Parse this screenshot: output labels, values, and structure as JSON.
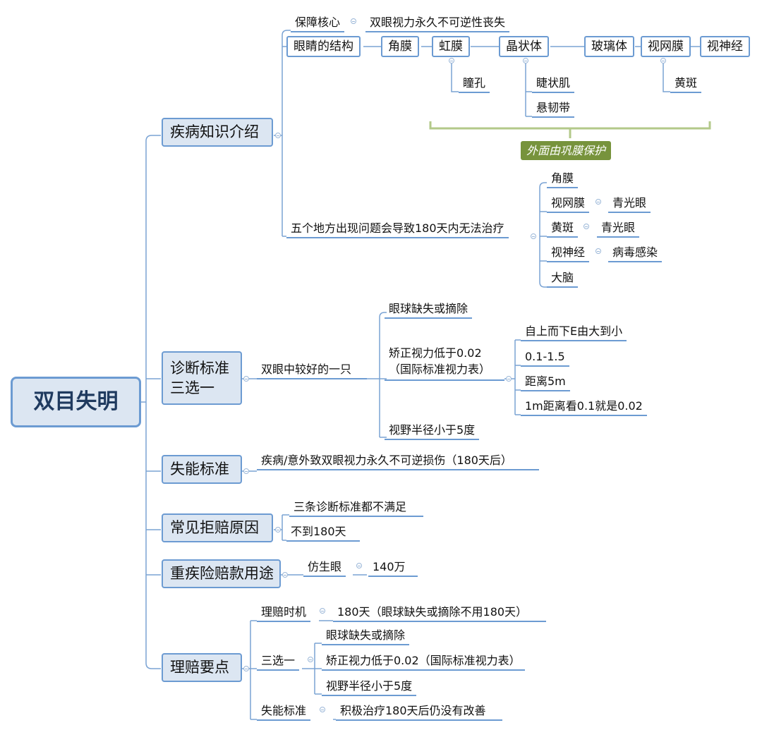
{
  "root": "双目失明",
  "branches": {
    "disease": {
      "label": "疾病知识介绍",
      "core_label": "保障核心",
      "core_value": "双眼视力永久不可逆性丧失",
      "structure_label": "眼睛的结构",
      "structure": [
        "角膜",
        "虹膜",
        "晶状体",
        "玻璃体",
        "视网膜",
        "视神经"
      ],
      "iris_child": "瞳孔",
      "lens_children": [
        "睫状肌",
        "悬韧带"
      ],
      "retina_child": "黄斑",
      "callout": "外面由巩膜保护",
      "five_places_label": "五个地方出现问题会导致180天内无法治疗",
      "five_places": [
        "角膜",
        "视网膜",
        "黄斑",
        "视神经",
        "大脑"
      ],
      "retina_issue": "青光眼",
      "macula_issue": "青光眼",
      "optic_issue": "病毒感染"
    },
    "diagnosis": {
      "label": "诊断标准三选一",
      "better_eye": "双眼中较好的一只",
      "options": [
        "眼球缺失或摘除",
        "矫正视力低于0.02（国际标准视力表）",
        "视野半径小于5度"
      ],
      "vision_details": [
        "自上而下E由大到小",
        "0.1-1.5",
        "距离5m",
        "1m距离看0.1就是0.02"
      ]
    },
    "disability": {
      "label": "失能标准",
      "text": "疾病/意外致双眼视力永久不可逆损伤（180天后）"
    },
    "rejection": {
      "label": "常见拒赔原因",
      "reasons": [
        "三条诊断标准都不满足",
        "不到180天"
      ]
    },
    "usage": {
      "label": "重疾险赔款用途",
      "item": "仿生眼",
      "amount": "140万"
    },
    "claim": {
      "label": "理赔要点",
      "timing_label": "理赔时机",
      "timing_value": "180天（眼球缺失或摘除不用180天）",
      "choose_label": "三选一",
      "choose_options": [
        "眼球缺失或摘除",
        "矫正视力低于0.02（国际标准视力表）",
        "视野半径小于5度"
      ],
      "disability_label": "失能标准",
      "disability_value": "积极治疗180天后仍没有改善"
    }
  }
}
